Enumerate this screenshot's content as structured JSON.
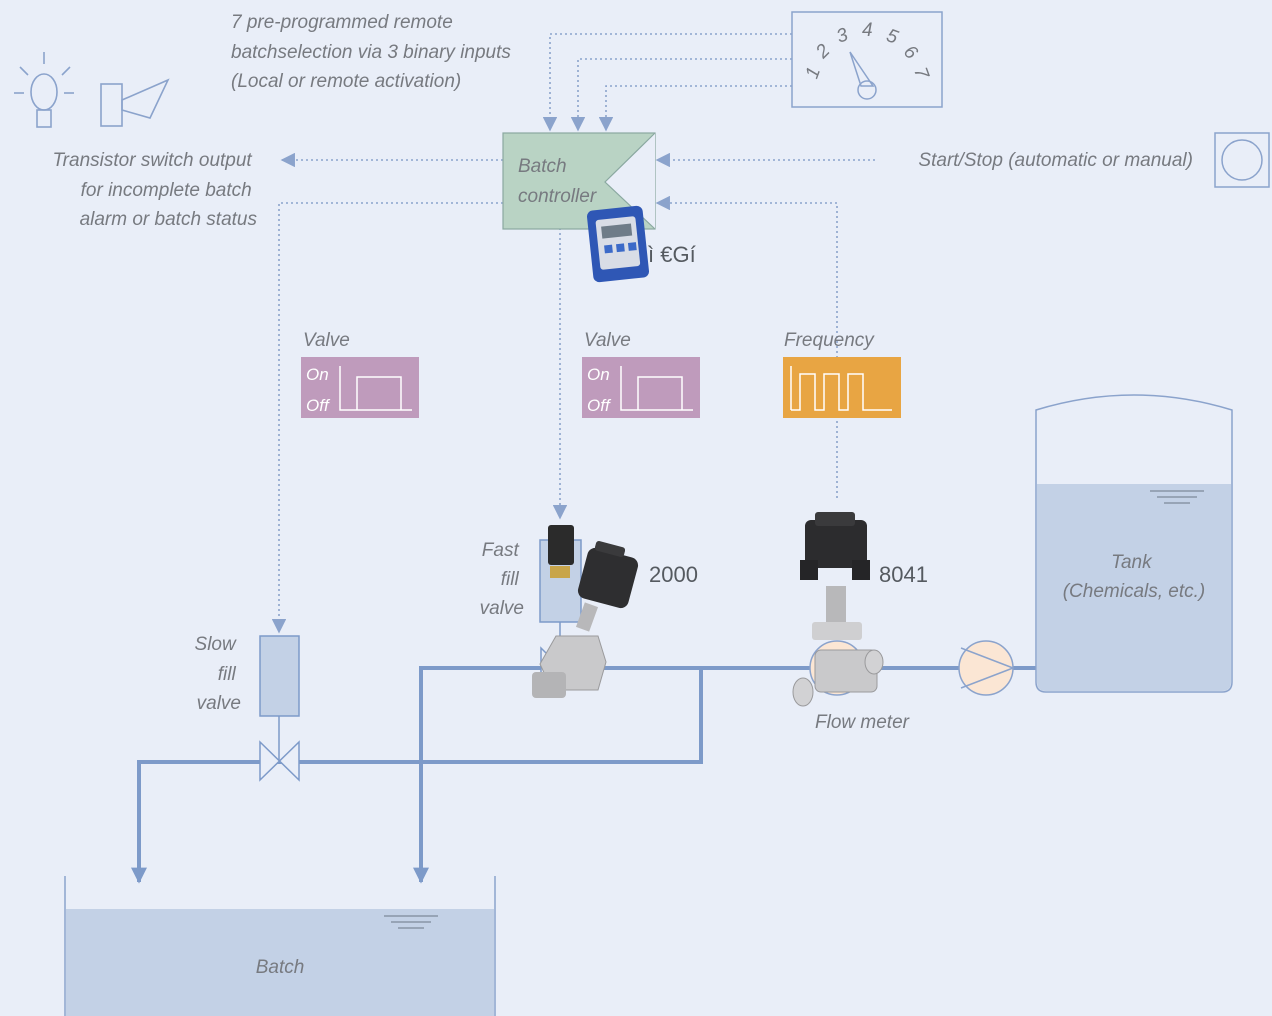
{
  "selection_text": [
    "7 pre-programmed remote",
    "batchselection via 3 binary inputs",
    "(Local or remote activation)"
  ],
  "dial_numbers": [
    "1",
    "2",
    "3",
    "4",
    "5",
    "6",
    "7"
  ],
  "transistor_text": [
    "Transistor switch output",
    "for incomplete batch",
    "alarm or batch status"
  ],
  "start_stop_text": "Start/Stop (automatic or manual)",
  "controller_label": [
    "Batch",
    "controller"
  ],
  "controller_model": "ì €Gí",
  "signals": {
    "slow_valve": {
      "title": "Valve",
      "on": "On",
      "off": "Off"
    },
    "fast_valve": {
      "title": "Valve",
      "on": "On",
      "off": "Off"
    },
    "frequency": {
      "title": "Frequency"
    }
  },
  "fast_fill_label": [
    "Fast",
    "fill",
    "valve"
  ],
  "fast_valve_model": "2000",
  "flow_meter_model": "8041",
  "flow_meter_label": "Flow meter",
  "slow_fill_label": [
    "Slow",
    "fill",
    "valve"
  ],
  "tank_label": [
    "Tank",
    "(Chemicals, etc.)"
  ],
  "batch_label": "Batch",
  "colors": {
    "background": "#e9eef8",
    "controller_fill": "#b9d3c4",
    "valve_signal": "#bf9bbc",
    "frequency_signal": "#e8a543",
    "liquid": "#c3d1e6",
    "pipe": "#7d9ac9",
    "pump_fill": "#fbe6d4"
  }
}
